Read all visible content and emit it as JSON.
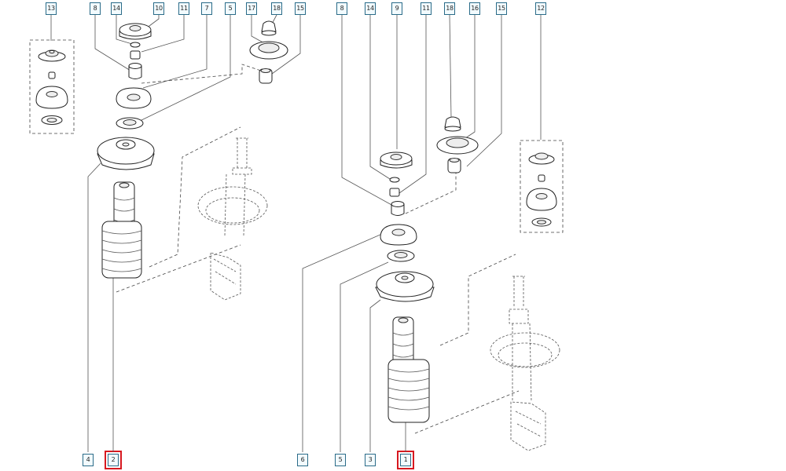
{
  "callouts_top_left": [
    "13",
    "8",
    "14",
    "10",
    "11",
    "7",
    "5",
    "17",
    "18",
    "15"
  ],
  "callouts_top_right": [
    "8",
    "14",
    "9",
    "11",
    "18",
    "16",
    "15",
    "12"
  ],
  "callouts_bottom_left": [
    "4",
    "2"
  ],
  "callouts_bottom_right": [
    "6",
    "5",
    "3",
    "1"
  ],
  "highlighted": [
    "2",
    "1"
  ],
  "colors": {
    "highlight": "#d71920",
    "callout_border": "#2a6b88",
    "line": "#222222"
  }
}
